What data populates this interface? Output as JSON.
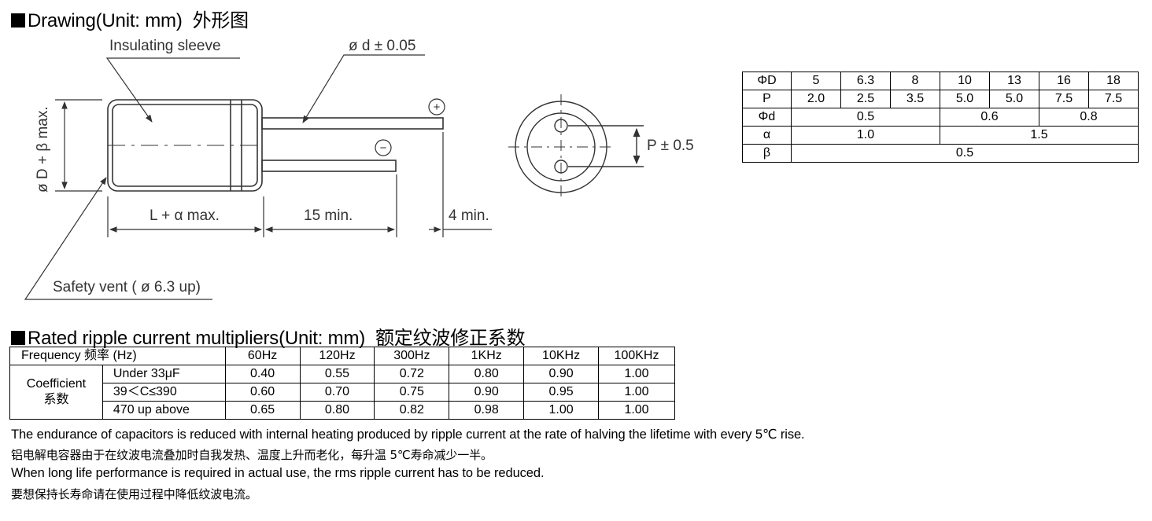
{
  "drawing_section": {
    "title": "Drawing(Unit: mm)",
    "title_cn": "外形图",
    "labels": {
      "insulating_sleeve": "Insulating sleeve",
      "lead_diameter": "ø d ± 0.05",
      "plus_sign": "+",
      "minus_sign": "−",
      "diameter_max": "ø D + β max.",
      "length_max": "L + α max.",
      "lead_min": "15 min.",
      "tip_min": "4 min.",
      "safety_vent": "Safety vent ( ø 6.3 up)",
      "pitch": "P ± 0.5"
    }
  },
  "dimension_table": {
    "rows": [
      {
        "label": "ΦD",
        "cells": [
          {
            "v": "5",
            "span": 1
          },
          {
            "v": "6.3",
            "span": 1
          },
          {
            "v": "8",
            "span": 1
          },
          {
            "v": "10",
            "span": 1
          },
          {
            "v": "13",
            "span": 1
          },
          {
            "v": "16",
            "span": 1
          },
          {
            "v": "18",
            "span": 1
          }
        ]
      },
      {
        "label": "P",
        "cells": [
          {
            "v": "2.0",
            "span": 1
          },
          {
            "v": "2.5",
            "span": 1
          },
          {
            "v": "3.5",
            "span": 1
          },
          {
            "v": "5.0",
            "span": 1
          },
          {
            "v": "5.0",
            "span": 1
          },
          {
            "v": "7.5",
            "span": 1
          },
          {
            "v": "7.5",
            "span": 1
          }
        ]
      },
      {
        "label": "Φd",
        "cells": [
          {
            "v": "0.5",
            "span": 3
          },
          {
            "v": "0.6",
            "span": 2
          },
          {
            "v": "0.8",
            "span": 2
          }
        ]
      },
      {
        "label": "α",
        "cells": [
          {
            "v": "1.0",
            "span": 3
          },
          {
            "v": "1.5",
            "span": 4
          }
        ]
      },
      {
        "label": "β",
        "cells": [
          {
            "v": "0.5",
            "span": 7
          }
        ]
      }
    ]
  },
  "ripple_section": {
    "title": "Rated ripple current multipliers(Unit: mm)",
    "title_cn": "额定纹波修正系数",
    "table": {
      "header_label": "Frequency  频率  (Hz)",
      "frequencies": [
        "60Hz",
        "120Hz",
        "300Hz",
        "1KHz",
        "10KHz",
        "100KHz"
      ],
      "coefficient_label": "Coefficient",
      "coefficient_label_cn": "系数",
      "rows": [
        {
          "condition": "Under 33μF",
          "values": [
            "0.40",
            "0.55",
            "0.72",
            "0.80",
            "0.90",
            "1.00"
          ]
        },
        {
          "condition": "39＜C≤390",
          "values": [
            "0.60",
            "0.70",
            "0.75",
            "0.90",
            "0.95",
            "1.00"
          ]
        },
        {
          "condition": "470 up above",
          "values": [
            "0.65",
            "0.80",
            "0.82",
            "0.98",
            "1.00",
            "1.00"
          ]
        }
      ]
    }
  },
  "notes": [
    "The endurance of capacitors is reduced with internal heating produced by ripple current at the rate of halving the lifetime with every 5℃ rise.",
    "铝电解电容器由于在纹波电流叠加时自我发热、温度上升而老化，每升温 5℃寿命减少一半。",
    "When long life performance is required in actual use, the rms ripple current has to be reduced.",
    "要想保持长寿命请在使用过程中降低纹波电流。"
  ]
}
